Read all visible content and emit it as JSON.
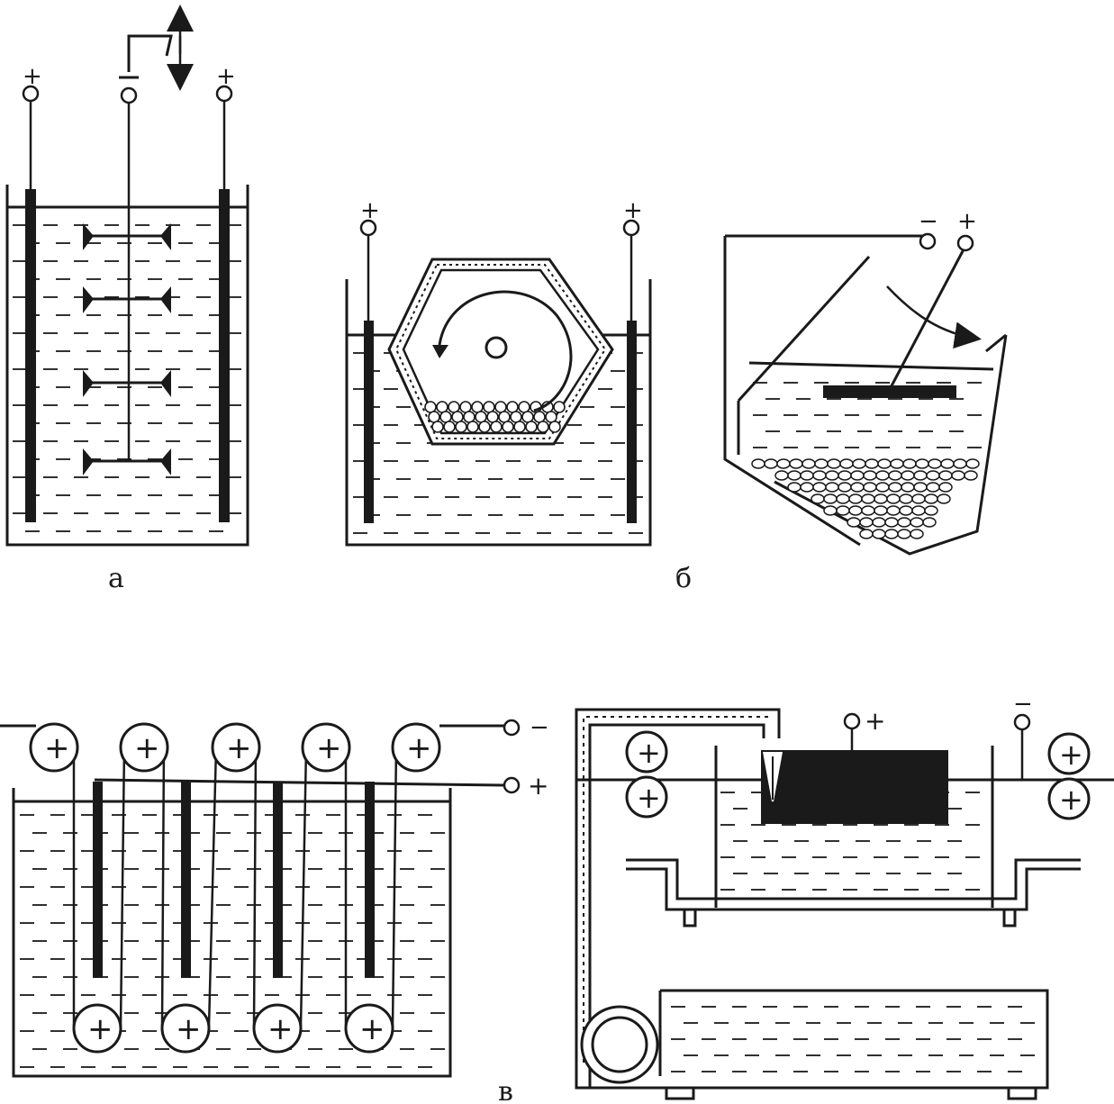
{
  "labels": {
    "a": "а",
    "b": "б",
    "v": "в"
  },
  "signs": {
    "plus": "+",
    "minus": "−"
  },
  "colors": {
    "ink": "#1a1a1a",
    "paper": "#ffffff"
  }
}
